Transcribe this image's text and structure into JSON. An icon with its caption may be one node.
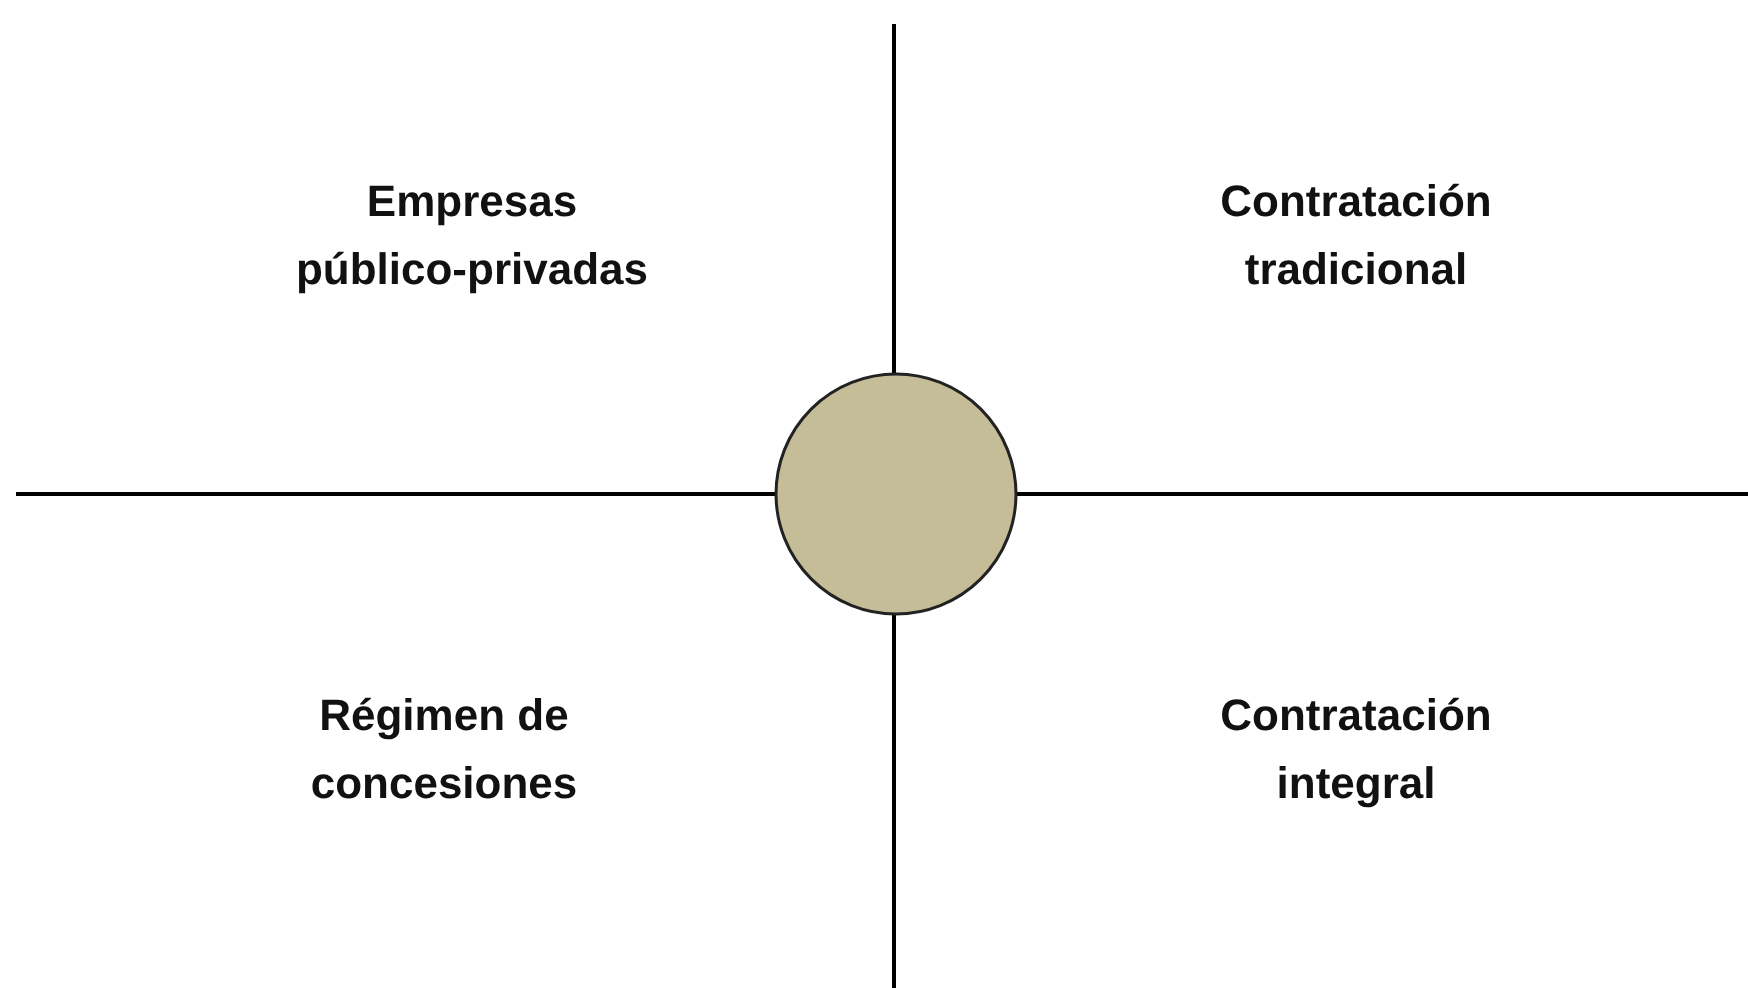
{
  "diagram": {
    "nodes": [
      {
        "text": [],
        "shape": "circle"
      }
    ],
    "labels": [
      "Empresas público-privadas",
      "Contratación tradicional",
      "Régimen de concesiones",
      "Contratación integral"
    ]
  }
}
